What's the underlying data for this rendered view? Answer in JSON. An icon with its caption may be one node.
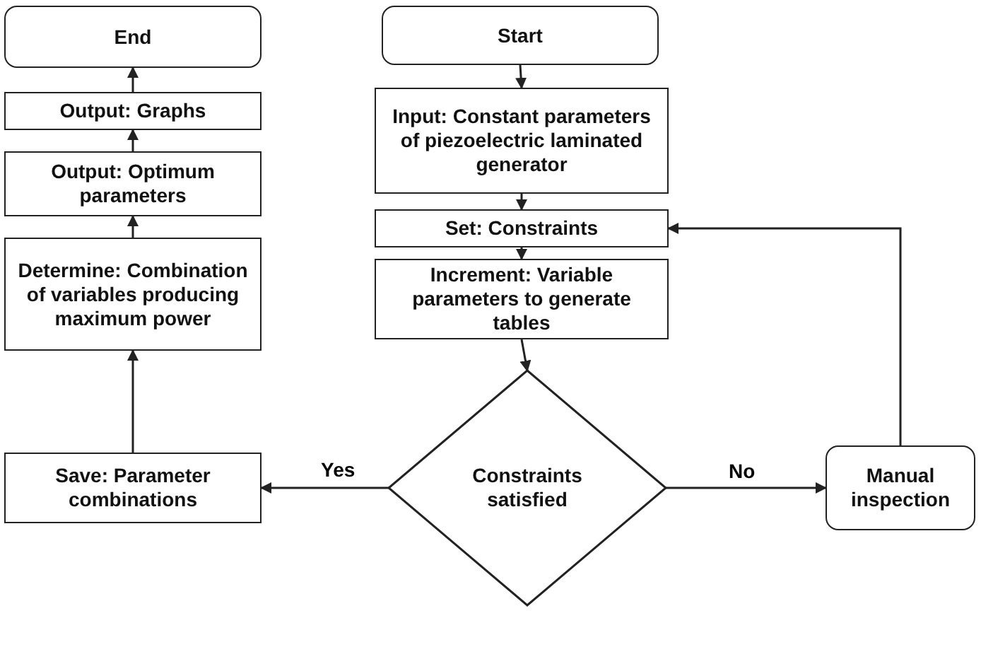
{
  "diagram": {
    "nodes": [
      {
        "text": [
          "Start"
        ]
      },
      {
        "text": [
          "Input: Constant parameters of piezoelectric laminated generator"
        ]
      },
      {
        "text": [
          "Set: Constraints"
        ]
      },
      {
        "text": [
          "Increment: Variable parameters to generate tables"
        ]
      },
      {
        "text": [
          "Constraints satisfied"
        ]
      },
      {
        "text": [
          "Manual inspection"
        ]
      },
      {
        "text": [
          "Save: Parameter combinations"
        ]
      },
      {
        "text": [
          "Determine: Combination of variables producing maximum power"
        ]
      },
      {
        "text": [
          "Output: Optimum parameters"
        ]
      },
      {
        "text": [
          "Output: Graphs"
        ]
      },
      {
        "text": [
          "End"
        ]
      }
    ],
    "edges": [
      {
        "from": 0,
        "to": 1,
        "arrow": "to"
      },
      {
        "from": 1,
        "to": 2,
        "arrow": "to"
      },
      {
        "from": 2,
        "to": 3,
        "arrow": "to"
      },
      {
        "from": 3,
        "to": 4,
        "arrow": "to"
      },
      {
        "from": 4,
        "to": 6,
        "arrow": "to",
        "label": "Yes"
      },
      {
        "from": 4,
        "to": 5,
        "arrow": "to",
        "label": "No"
      },
      {
        "from": 5,
        "to": 2,
        "arrow": "to"
      },
      {
        "from": 6,
        "to": 7,
        "arrow": "to"
      },
      {
        "from": 7,
        "to": 8,
        "arrow": "to"
      },
      {
        "from": 8,
        "to": 9,
        "arrow": "to"
      },
      {
        "from": 9,
        "to": 10,
        "arrow": "to"
      }
    ]
  }
}
